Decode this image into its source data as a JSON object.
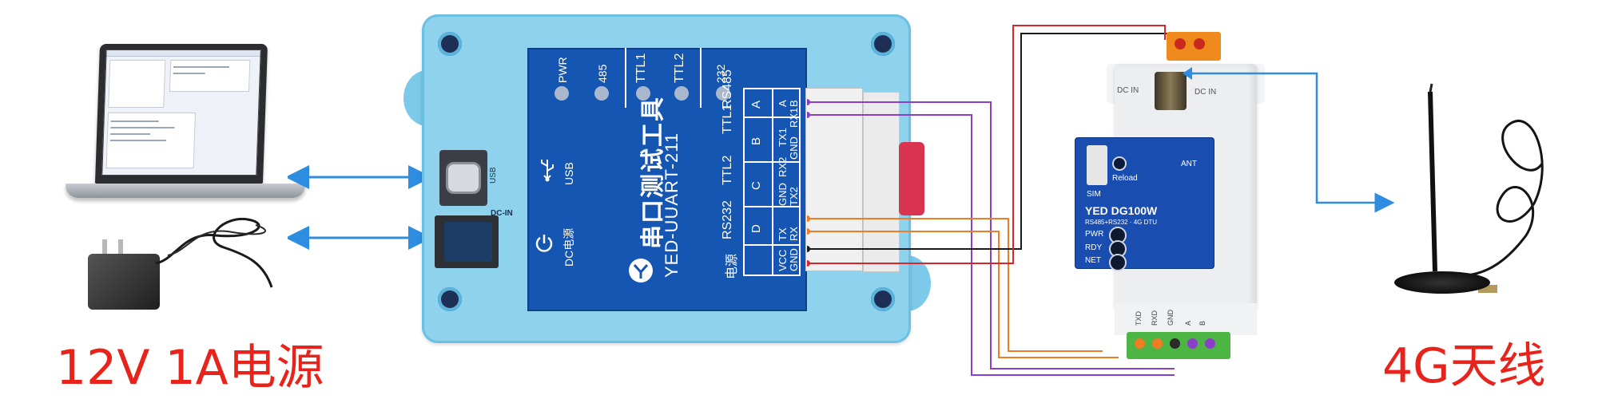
{
  "captions": {
    "power_supply": "12V 1A电源",
    "antenna": "4G天线"
  },
  "serial_tool": {
    "title": "串口测试工具",
    "model": "YED-UUART-211",
    "usb_label": "USB",
    "power_label": "DC电源",
    "dc_in_label": "DC-IN",
    "usb_port_label": "USB",
    "leds": [
      "PWR",
      "485",
      "TTL1",
      "TTL2",
      "232"
    ],
    "interfaces": [
      "电源",
      "RS232",
      "TTL2",
      "TTL1",
      "RS485"
    ],
    "columns": [
      "D",
      "C",
      "B",
      "A"
    ],
    "pins": [
      "VCC",
      "GND",
      "TX",
      "RX",
      "GND",
      "TX2",
      "RX2",
      "GND",
      "TX1",
      "RX1",
      "A",
      "B"
    ]
  },
  "dtu": {
    "model": "YED DG100W",
    "subtitle": "RS485+RS232 · 4G DTU",
    "ant_label": "ANT",
    "reload_label": "Reload",
    "sim_label": "SIM",
    "dc_in_label": "DC IN",
    "status_leds": [
      "PWR",
      "RDY",
      "NET"
    ],
    "bottom_pins": [
      "TXD",
      "RXD",
      "GND",
      "A",
      "B"
    ]
  },
  "colors": {
    "caption": "#e8231b",
    "arrow": "#2e8de0",
    "wire_purple": "#8a3fc8",
    "wire_orange": "#ef7d23",
    "wire_red": "#d9262b",
    "wire_black": "#1a1a1a",
    "enclosure": "#8ed2ee",
    "panel": "#1656b3"
  },
  "icons": [
    "laptop",
    "power-adapter",
    "usb-icon",
    "power-icon",
    "brand-logo-icon",
    "antenna"
  ]
}
